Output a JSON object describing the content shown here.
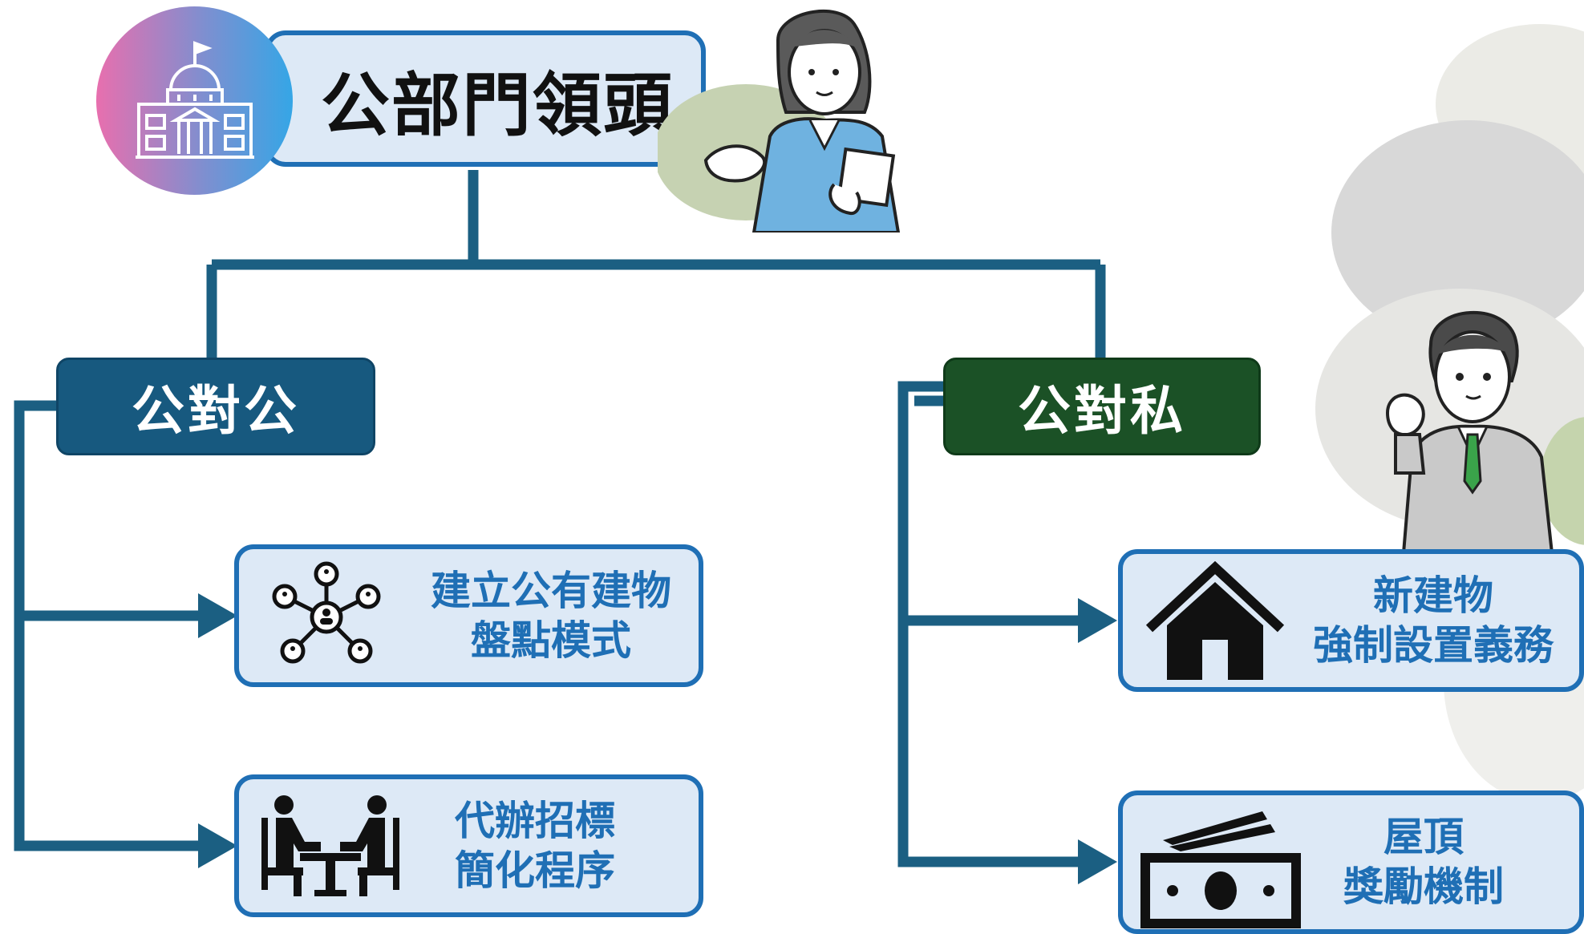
{
  "root": {
    "title": "公部門領頭",
    "icon": "government-building-icon"
  },
  "branches": {
    "public_public": {
      "label": "公對公",
      "items": [
        {
          "icon": "network-people-icon",
          "lines": [
            "建立公有建物",
            "盤點模式"
          ]
        },
        {
          "icon": "meeting-table-icon",
          "lines": [
            "代辦招標",
            "簡化程序"
          ]
        }
      ]
    },
    "public_private": {
      "label": "公對私",
      "items": [
        {
          "icon": "house-icon",
          "lines": [
            "新建物",
            "強制設置義務"
          ]
        },
        {
          "icon": "money-bills-icon",
          "lines": [
            "屋頂",
            "獎勵機制"
          ]
        }
      ]
    }
  },
  "colors": {
    "connector": "#1b5f82",
    "box_border": "#1f6fb5",
    "box_fill": "#dde9f6",
    "public_public_fill": "#17597f",
    "public_private_fill": "#1b5126",
    "leaf_text": "#1f6fb5"
  }
}
